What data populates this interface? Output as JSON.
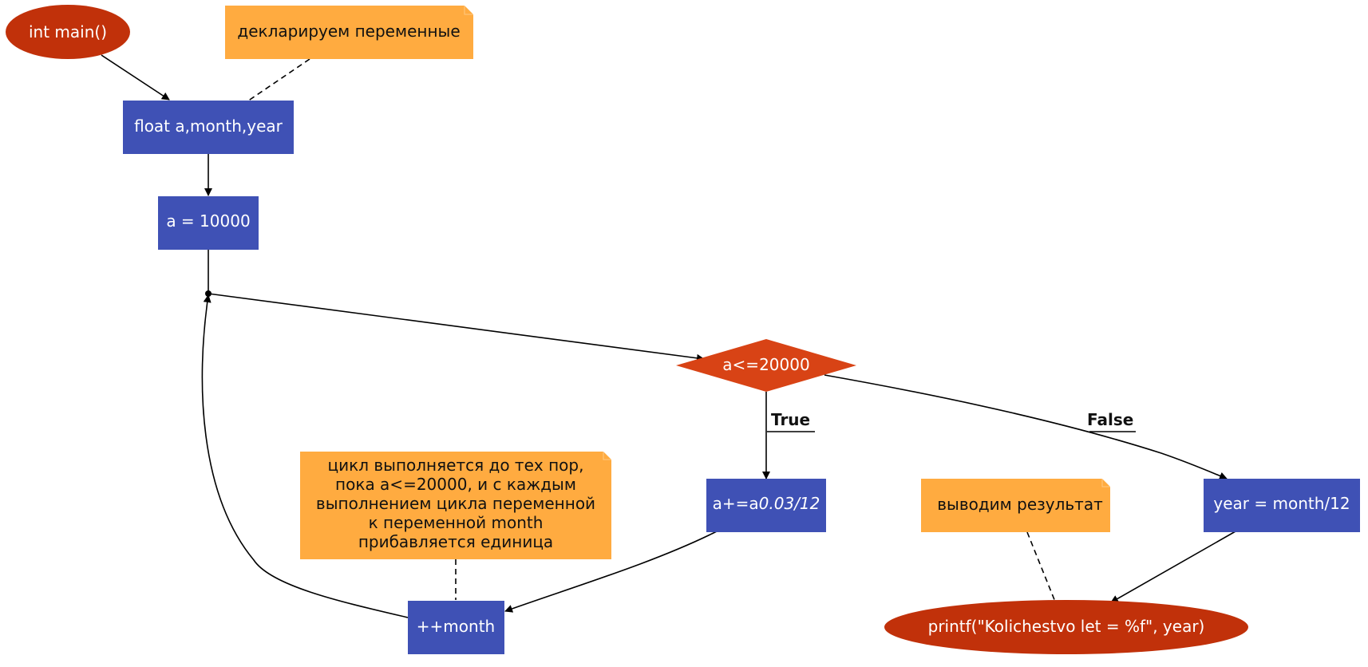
{
  "colors": {
    "terminal": "#c1310a",
    "process": "#3f51b5",
    "decision": "#d84315",
    "note": "#ffab40",
    "edge": "#000000"
  },
  "nodes": {
    "start": "int main()",
    "declare": "float a,month,year",
    "init": "a = 10000",
    "condition": "a<=20000",
    "increment_a_prefix": "a+=a",
    "increment_a_italic": "0.03/12",
    "increment_month": "++month",
    "compute_year": "year = month/12",
    "print_result": "printf(\"Kolichestvo let = %f\", year)"
  },
  "notes": {
    "declare_note": "декларируем переменные",
    "loop_note": [
      "цикл выполняется до тех пор,",
      "пока a<=20000, и с каждым",
      "выполнением цикла переменной",
      "к переменной month",
      "прибавляется единица"
    ],
    "output_note": "выводим результат"
  },
  "edge_labels": {
    "true": "True",
    "false": "False"
  }
}
